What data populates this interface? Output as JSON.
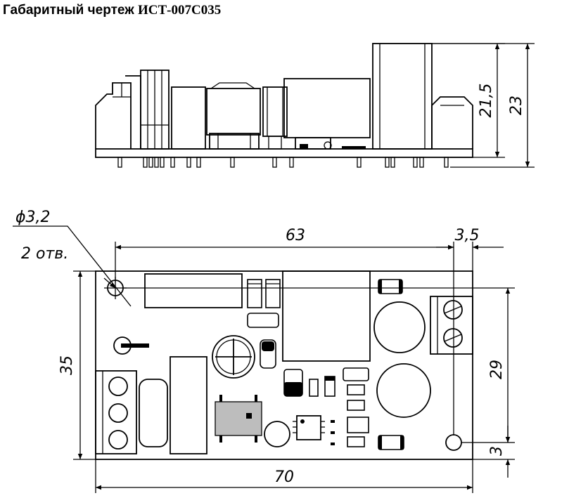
{
  "title": {
    "prefix": "Габаритный чертеж",
    "model": "ИСТ-007С035"
  },
  "dimensions": {
    "height_board": "21,5",
    "height_total": "23",
    "length_holes": "63",
    "edge_offset": "3,5",
    "hole_diameter": "ϕ3,2",
    "hole_count": "2 отв.",
    "width_total": "35",
    "width_holes": "29",
    "hole_edge": "3",
    "length_total": "70"
  }
}
